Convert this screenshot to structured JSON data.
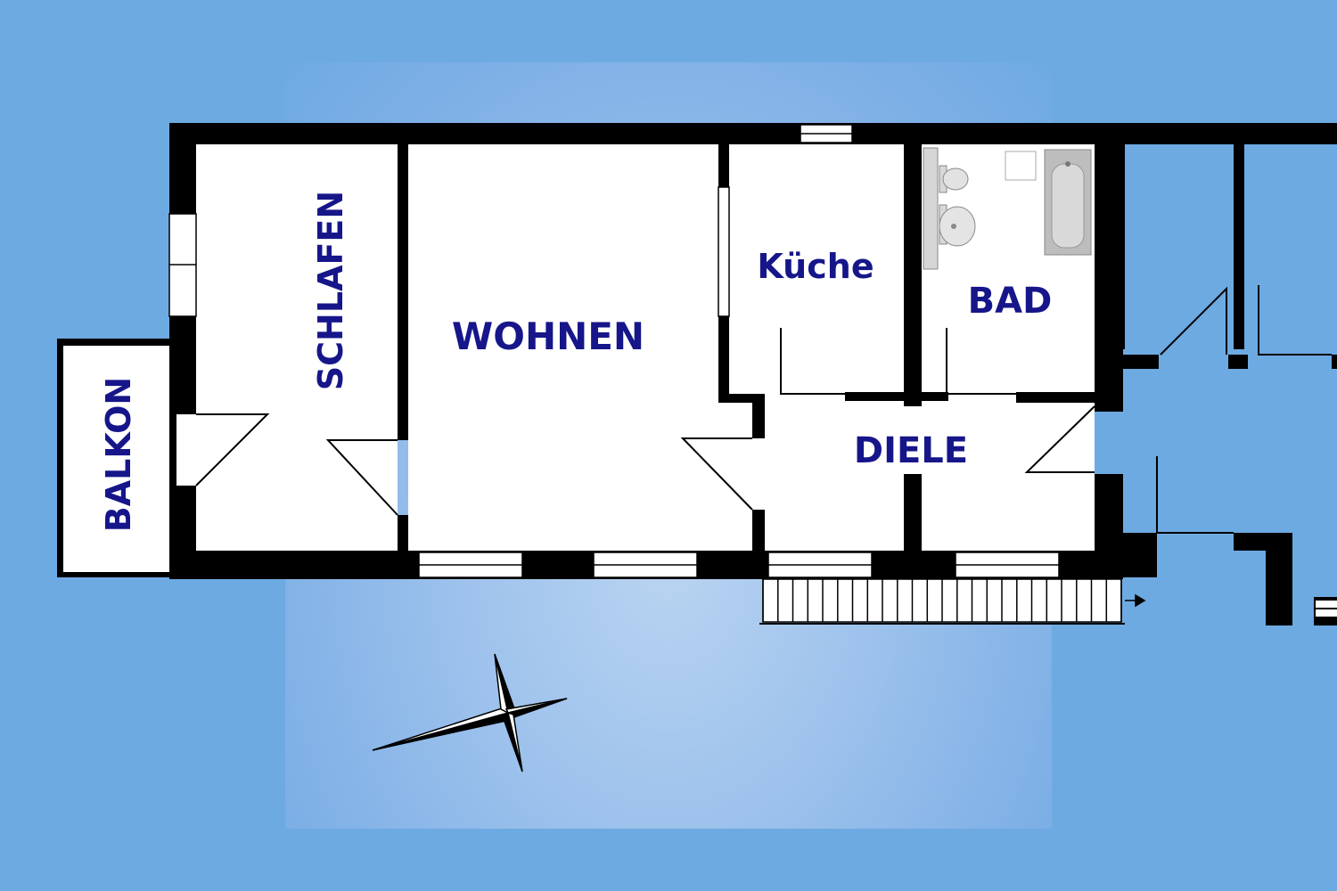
{
  "rooms": {
    "balkon": "BALKON",
    "schlafen": "SCHLAFEN",
    "wohnen": "WOHNEN",
    "kueche": "Küche",
    "bad": "BAD",
    "diele": "DIELE"
  },
  "colors": {
    "background": "#6eaae2",
    "floor": "#ffffff",
    "wall": "#000000",
    "label": "#16168a",
    "fixture": "#c8c8c8"
  },
  "icons": [
    "compass-rose-icon",
    "toilet-icon",
    "sink-icon",
    "bathtub-icon",
    "shower-tray-icon",
    "stairs-direction-arrow-icon"
  ]
}
